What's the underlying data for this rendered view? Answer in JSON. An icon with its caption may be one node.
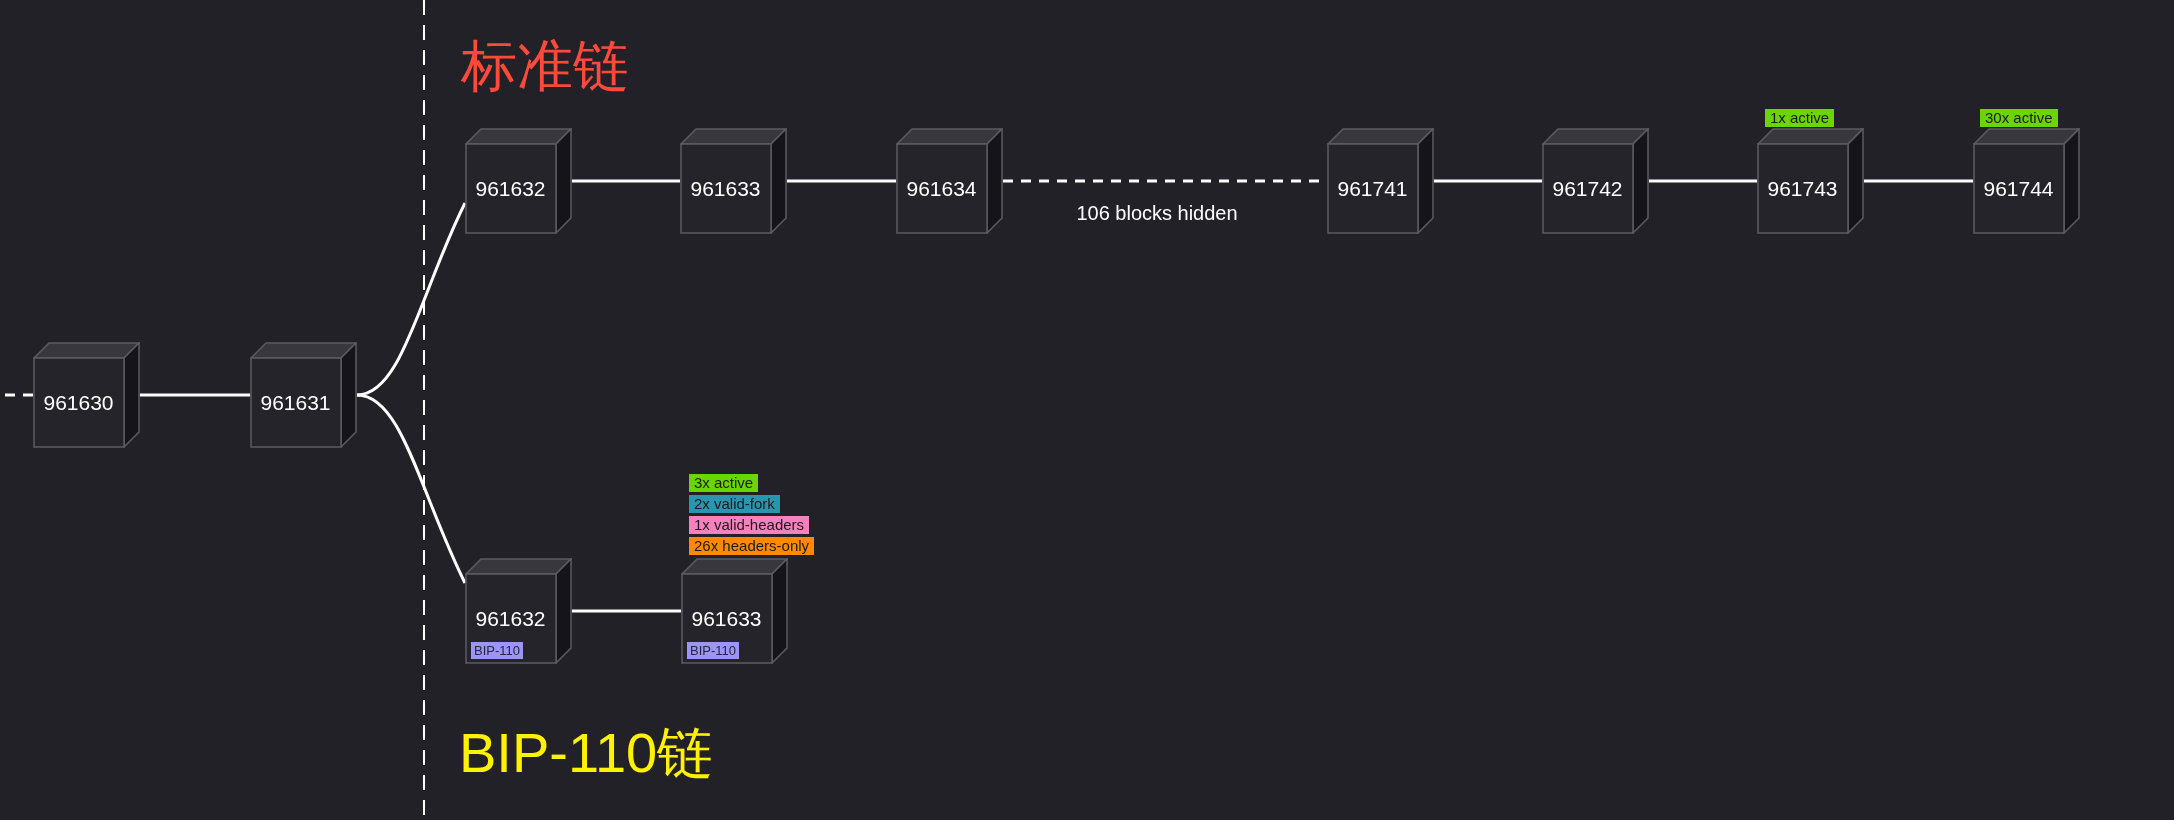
{
  "diagram": {
    "nodes": [
      {
        "text": [
          "961630"
        ]
      },
      {
        "text": [
          "961631"
        ]
      },
      {
        "text": [
          "961632"
        ]
      },
      {
        "text": [
          "961633"
        ]
      },
      {
        "text": [
          "961634"
        ]
      },
      {
        "text": [
          "961741"
        ]
      },
      {
        "text": [
          "961742"
        ]
      },
      {
        "text": [
          "1x active"
        ]
      },
      {
        "text": [
          "961743"
        ]
      },
      {
        "text": [
          "30x active"
        ]
      },
      {
        "text": [
          "961744"
        ]
      },
      {
        "text": [
          "961632"
        ]
      },
      {
        "text": [
          "BIP-110"
        ],
        "in": 11
      },
      {
        "text": [
          "3x active"
        ]
      },
      {
        "text": [
          "2x valid-fork"
        ]
      },
      {
        "text": [
          "1x valid-headers"
        ]
      },
      {
        "text": [
          "26x headers-only"
        ]
      },
      {
        "text": [
          "961633"
        ]
      },
      {
        "text": [
          "BIP-110"
        ],
        "in": 17
      }
    ],
    "edges": [
      {
        "from": null,
        "to": 0,
        "arrow": "none",
        "style": "dashed"
      },
      {
        "from": 0,
        "to": 1,
        "arrow": "none"
      },
      {
        "from": 1,
        "to": 2,
        "arrow": "none"
      },
      {
        "from": 1,
        "to": 11,
        "arrow": "none"
      },
      {
        "from": 2,
        "to": 3,
        "arrow": "none"
      },
      {
        "from": 3,
        "to": 4,
        "arrow": "none"
      },
      {
        "from": 4,
        "to": 5,
        "arrow": "none",
        "style": "dashed",
        "label": "106 blocks hidden"
      },
      {
        "from": 5,
        "to": 6,
        "arrow": "none"
      },
      {
        "from": 6,
        "to": 8,
        "arrow": "none"
      },
      {
        "from": 8,
        "to": 10,
        "arrow": "none"
      },
      {
        "from": 11,
        "to": 17,
        "arrow": "none"
      }
    ],
    "labels": [
      "标准链",
      "BIP-110链"
    ]
  }
}
